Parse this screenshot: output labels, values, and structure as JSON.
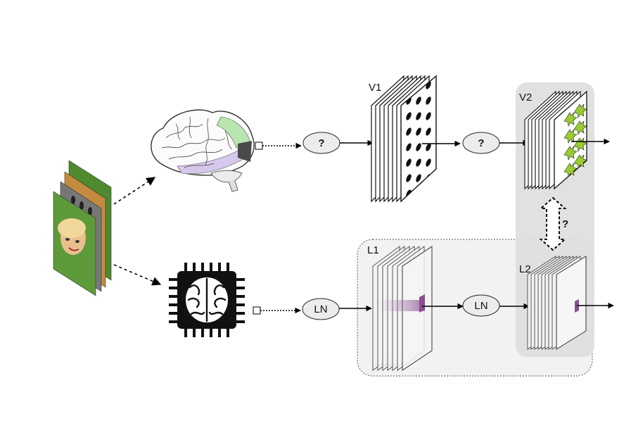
{
  "labels": {
    "v1": "V1",
    "v2": "V2",
    "l1": "L1",
    "l2": "L2"
  },
  "nodes": {
    "brain_to_v1": "?",
    "v1_to_v2": "?",
    "model_to_l1": "LN",
    "l1_to_l2": "LN",
    "v2_vs_l2": "?"
  },
  "icons": {
    "input_images": "stacked-photo-frames",
    "brain": "brain-illustration",
    "model": "chip-brain-icon"
  },
  "colors": {
    "region_box": "#e4e4e4",
    "model_box": "#f2f2f2",
    "activation_purple": "#8a4f8f",
    "v2_feature_green": "#9acd32",
    "brain_green": "#b9e6b0",
    "brain_purple": "#d6c8ea"
  }
}
